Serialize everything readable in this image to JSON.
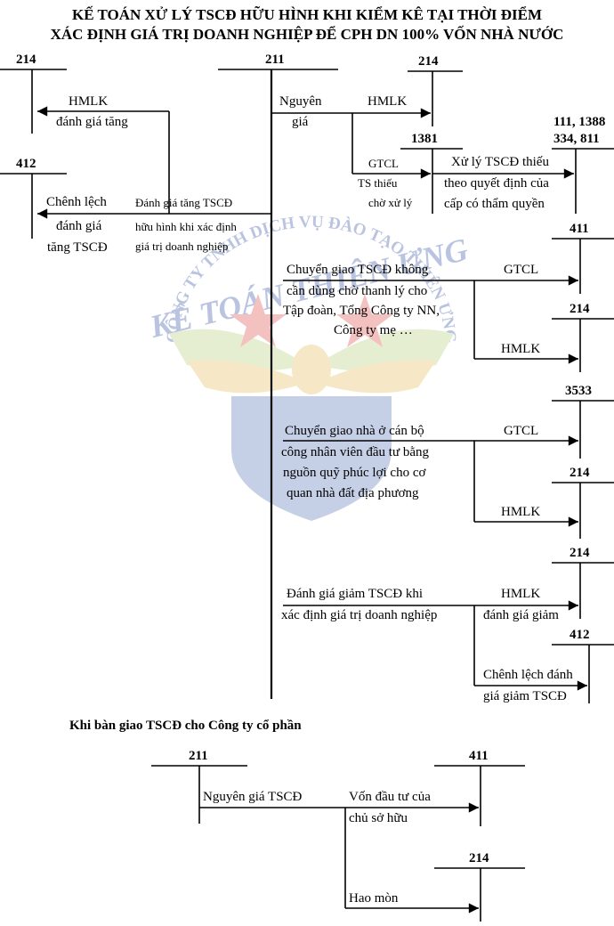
{
  "title": {
    "line1": "KẾ TOÁN XỬ LÝ TSCĐ HỮU HÌNH KHI KIỂM KÊ TẠI THỜI ĐIỂM",
    "line2": "XÁC ĐỊNH GIÁ TRỊ DOANH NGHIỆP ĐỂ CPH DN 100% VỐN NHÀ NƯỚC"
  },
  "accounts": {
    "a214_left": "214",
    "a211_center": "211",
    "a214_top_right": "214",
    "a412_left": "412",
    "a1381": "1381",
    "a111": "111, 1388",
    "a334": "334, 811",
    "a411_1": "411",
    "a214_2": "214",
    "a3533": "3533",
    "a214_3": "214",
    "a214_4": "214",
    "a412_right": "412"
  },
  "labels": {
    "hmlk_1": "HMLK",
    "danh_gia_tang": "đánh giá tăng",
    "chenh_lech": "Chênh lệch",
    "danh_gia": "đánh giá",
    "tang_tscd": "tăng TSCĐ",
    "dgt_1": "Đánh giá tăng TSCĐ",
    "dgt_2": "hữu hình khi xác định",
    "dgt_3": "giá trị doanh nghiệp",
    "nguyen": "Nguyên",
    "gia": "giá",
    "hmlk_2": "HMLK",
    "gtcl_1": "GTCL",
    "ts_thieu": "TS thiếu",
    "cho_xu_ly": "chờ xử lý",
    "xl_1": "Xử lý TSCĐ thiếu",
    "xl_2": "theo quyết định của",
    "xl_3": "cấp có thẩm quyền",
    "cg_1": "Chuyển giao TSCĐ không",
    "cg_2": "cần dùng chờ thanh lý cho",
    "cg_3": "Tập đoàn, Tổng Công ty NN,",
    "cg_4": "Công ty mẹ …",
    "gtcl_2": "GTCL",
    "hmlk_3": "HMLK",
    "nha_1": "Chuyển giao nhà ở cán bộ",
    "nha_2": "công nhân viên đầu tư bằng",
    "nha_3": "nguồn quỹ phúc lợi cho cơ",
    "nha_4": "quan nhà đất địa phương",
    "gtcl_3": "GTCL",
    "hmlk_4": "HMLK",
    "dgg_1": "Đánh giá giảm TSCĐ khi",
    "dgg_2": "xác định giá trị doanh nghiệp",
    "hmlk_5": "HMLK",
    "dgg_hm": "đánh giá giảm",
    "clg_1": "Chênh lệch đánh",
    "clg_2": "giá giảm TSCĐ"
  },
  "section2": {
    "heading": "Khi bàn giao TSCĐ cho Công ty cổ phần",
    "acc_211": "211",
    "acc_411": "411",
    "acc_214": "214",
    "nguyen_gia": "Nguyên giá TSCĐ",
    "von_1": "Vốn đầu tư của",
    "von_2": "chủ sở hữu",
    "hao_mon": "Hao mòn"
  },
  "watermark": {
    "arc_text": "CÔNG TY TNHH DỊCH VỤ ĐÀO TẠO THIÊN ƯNG",
    "brand_text": "KẾ TOÁN THIÊN ƯNG",
    "colors": {
      "shield": "#5b78b8",
      "star": "#e05050",
      "wing_green": "#b8d080",
      "wing_gold": "#e8c060",
      "text": "#3d5aa8"
    }
  }
}
